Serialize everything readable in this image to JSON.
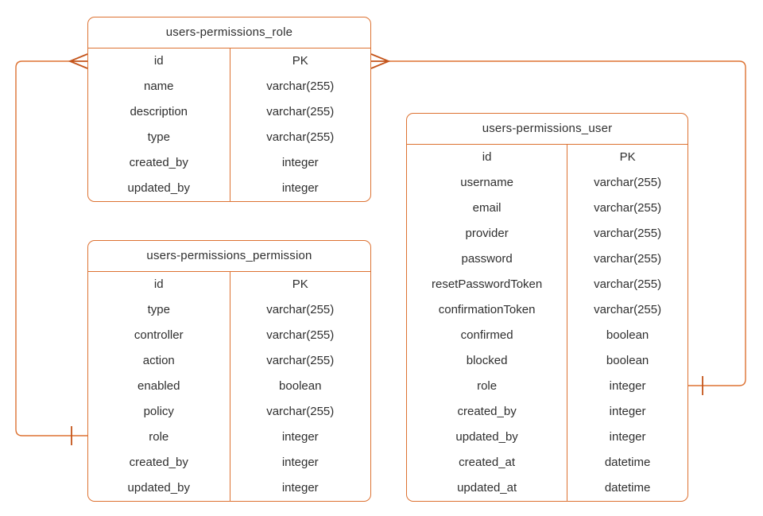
{
  "diagram": {
    "kind": "entity-relationship-diagram",
    "tables": [
      {
        "name": "users-permissions_role",
        "rows": [
          {
            "field": "id",
            "type": "PK"
          },
          {
            "field": "name",
            "type": "varchar(255)"
          },
          {
            "field": "description",
            "type": "varchar(255)"
          },
          {
            "field": "type",
            "type": "varchar(255)"
          },
          {
            "field": "created_by",
            "type": "integer"
          },
          {
            "field": "updated_by",
            "type": "integer"
          }
        ]
      },
      {
        "name": "users-permissions_permission",
        "rows": [
          {
            "field": "id",
            "type": "PK"
          },
          {
            "field": "type",
            "type": "varchar(255)"
          },
          {
            "field": "controller",
            "type": "varchar(255)"
          },
          {
            "field": "action",
            "type": "varchar(255)"
          },
          {
            "field": "enabled",
            "type": "boolean"
          },
          {
            "field": "policy",
            "type": "varchar(255)"
          },
          {
            "field": "role",
            "type": "integer"
          },
          {
            "field": "created_by",
            "type": "integer"
          },
          {
            "field": "updated_by",
            "type": "integer"
          }
        ]
      },
      {
        "name": "users-permissions_user",
        "rows": [
          {
            "field": "id",
            "type": "PK"
          },
          {
            "field": "username",
            "type": "varchar(255)"
          },
          {
            "field": "email",
            "type": "varchar(255)"
          },
          {
            "field": "provider",
            "type": "varchar(255)"
          },
          {
            "field": "password",
            "type": "varchar(255)"
          },
          {
            "field": "resetPasswordToken",
            "type": "varchar(255)"
          },
          {
            "field": "confirmationToken",
            "type": "varchar(255)"
          },
          {
            "field": "confirmed",
            "type": "boolean"
          },
          {
            "field": "blocked",
            "type": "boolean"
          },
          {
            "field": "role",
            "type": "integer"
          },
          {
            "field": "created_by",
            "type": "integer"
          },
          {
            "field": "updated_by",
            "type": "integer"
          },
          {
            "field": "created_at",
            "type": "datetime"
          },
          {
            "field": "updated_at",
            "type": "datetime"
          }
        ]
      }
    ],
    "relationships": [
      {
        "from_table": "users-permissions_role",
        "from_row": "id",
        "from_end": "many-crows-foot",
        "to_table": "users-permissions_permission",
        "to_row": "role",
        "to_end": "one-tick"
      },
      {
        "from_table": "users-permissions_role",
        "from_row": "id",
        "from_end": "many-crows-foot",
        "to_table": "users-permissions_user",
        "to_row": "role",
        "to_end": "one-tick"
      }
    ]
  },
  "colors": {
    "line": "#dd7232",
    "line_dark": "#c4541a",
    "table_border": "#dd7232",
    "text": "#2f2f2f",
    "background": "#ffffff"
  }
}
